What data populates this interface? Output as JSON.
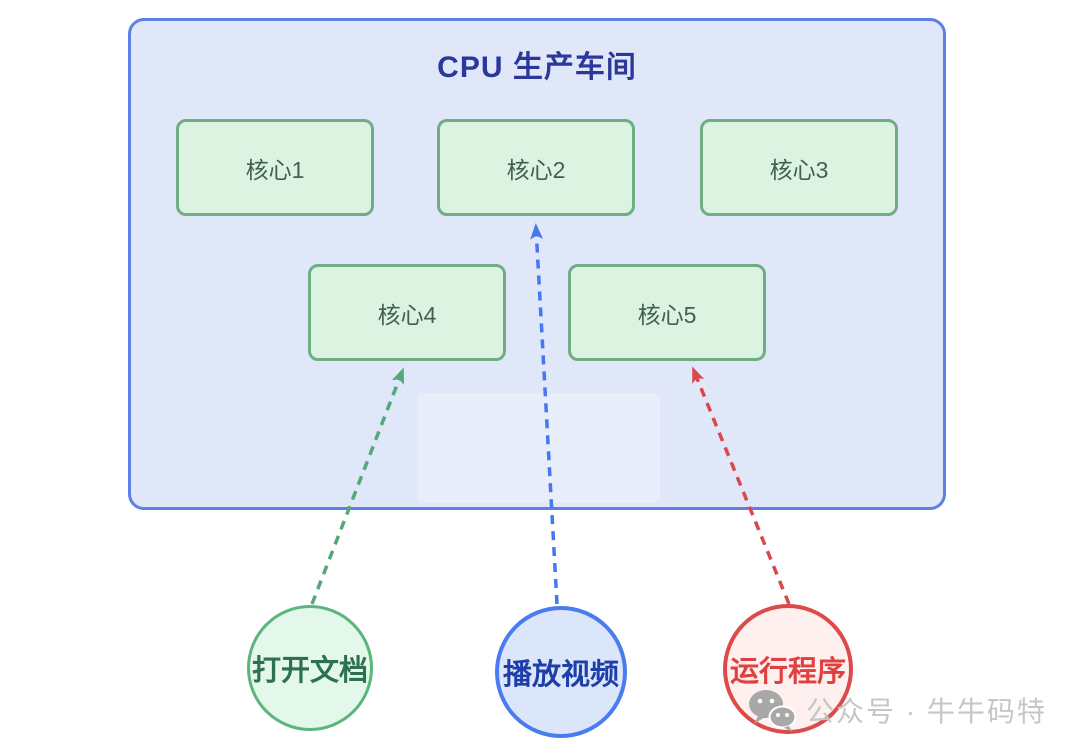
{
  "diagram": {
    "container": {
      "title": "CPU 生产车间"
    },
    "cores": [
      {
        "label": "核心1"
      },
      {
        "label": "核心2"
      },
      {
        "label": "核心3"
      },
      {
        "label": "核心4"
      },
      {
        "label": "核心5"
      }
    ],
    "tasks": [
      {
        "label": "打开文档",
        "assigned_core": "核心4",
        "color": "#5cb57d"
      },
      {
        "label": "播放视频",
        "assigned_core": "核心2",
        "color": "#4a7cf0"
      },
      {
        "label": "运行程序",
        "assigned_core": "核心5",
        "color": "#dd4a4a"
      }
    ]
  },
  "watermark": {
    "icon": "wechat-icon",
    "text": "公众号 · 牛牛码特"
  },
  "colors": {
    "container_border": "#5d80e4",
    "container_fill": "#dfe7f8",
    "core_border": "#6fae83",
    "core_fill": "#ddf3e2",
    "title_text": "#2b379b",
    "arrow_green": "#53a878",
    "arrow_blue": "#4577ee",
    "arrow_red": "#d9494b"
  }
}
